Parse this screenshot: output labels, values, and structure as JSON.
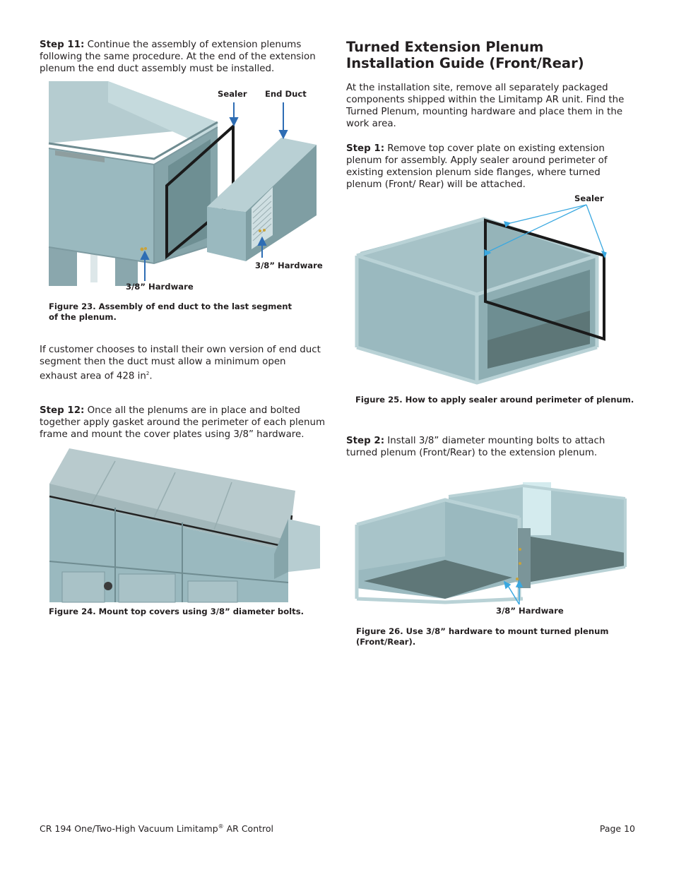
{
  "left": {
    "step11": {
      "label": "Step 11:",
      "text": " Continue the assembly of extension plenums following the same procedure. At the end of the extension plenum the end duct assembly must be installed."
    },
    "fig23": {
      "label_sealer": "Sealer",
      "label_end_duct": "End Duct",
      "label_hw_right": "3/8” Hardware",
      "label_hw_left": "3/8” Hardware",
      "caption_line1": "Figure 23. Assembly of end duct to the last segment",
      "caption_line2": "of the plenum."
    },
    "custom_duct": {
      "text": "If customer chooses to install their own version of end duct segment then the duct must allow a minimum open exhaust area of 428 in",
      "superscript": "2",
      "end": "."
    },
    "step12": {
      "label": "Step 12:",
      "text": " Once all the plenums are in place and bolted together apply gasket around the perimeter of each plenum frame and mount the cover plates using 3/8” hardware."
    },
    "fig24": {
      "caption": "Figure 24. Mount top covers using 3/8” diameter bolts."
    }
  },
  "right": {
    "heading": "Turned Extension Plenum Installation Guide (Front/Rear)",
    "intro": "At the installation site, remove all separately packaged components shipped within the Limitamp AR unit. Find the Turned Plenum, mounting hardware and place them in the work area.",
    "step1": {
      "label": "Step 1:",
      "text": " Remove top cover plate on existing extension plenum for assembly. Apply sealer around perimeter of existing extension plenum side flanges, where turned plenum (Front/ Rear) will be attached."
    },
    "fig25": {
      "label_sealer": "Sealer",
      "caption": "Figure 25. How to apply sealer around perimeter of plenum."
    },
    "step2": {
      "label": "Step 2:",
      "text": " Install 3/8” diameter mounting bolts to attach turned plenum (Front/Rear) to the extension plenum."
    },
    "fig26": {
      "label_hw": "3/8” Hardware",
      "caption_line1": "Figure 26. Use 3/8” hardware to mount turned plenum",
      "caption_line2": "(Front/Rear)."
    }
  },
  "footer": {
    "doc_title": "CR 194 One/Two-High Vacuum Limitamp",
    "reg_mark": "®",
    "doc_title_end": " AR Control",
    "page": "Page 10"
  },
  "colors": {
    "plenum_face": "#9ab9bf",
    "plenum_dark": "#607a7b",
    "plenum_frame": "#b9d2d6",
    "arrow_blue": "#2e6db4",
    "leader_cyan": "#3aa8e0"
  }
}
